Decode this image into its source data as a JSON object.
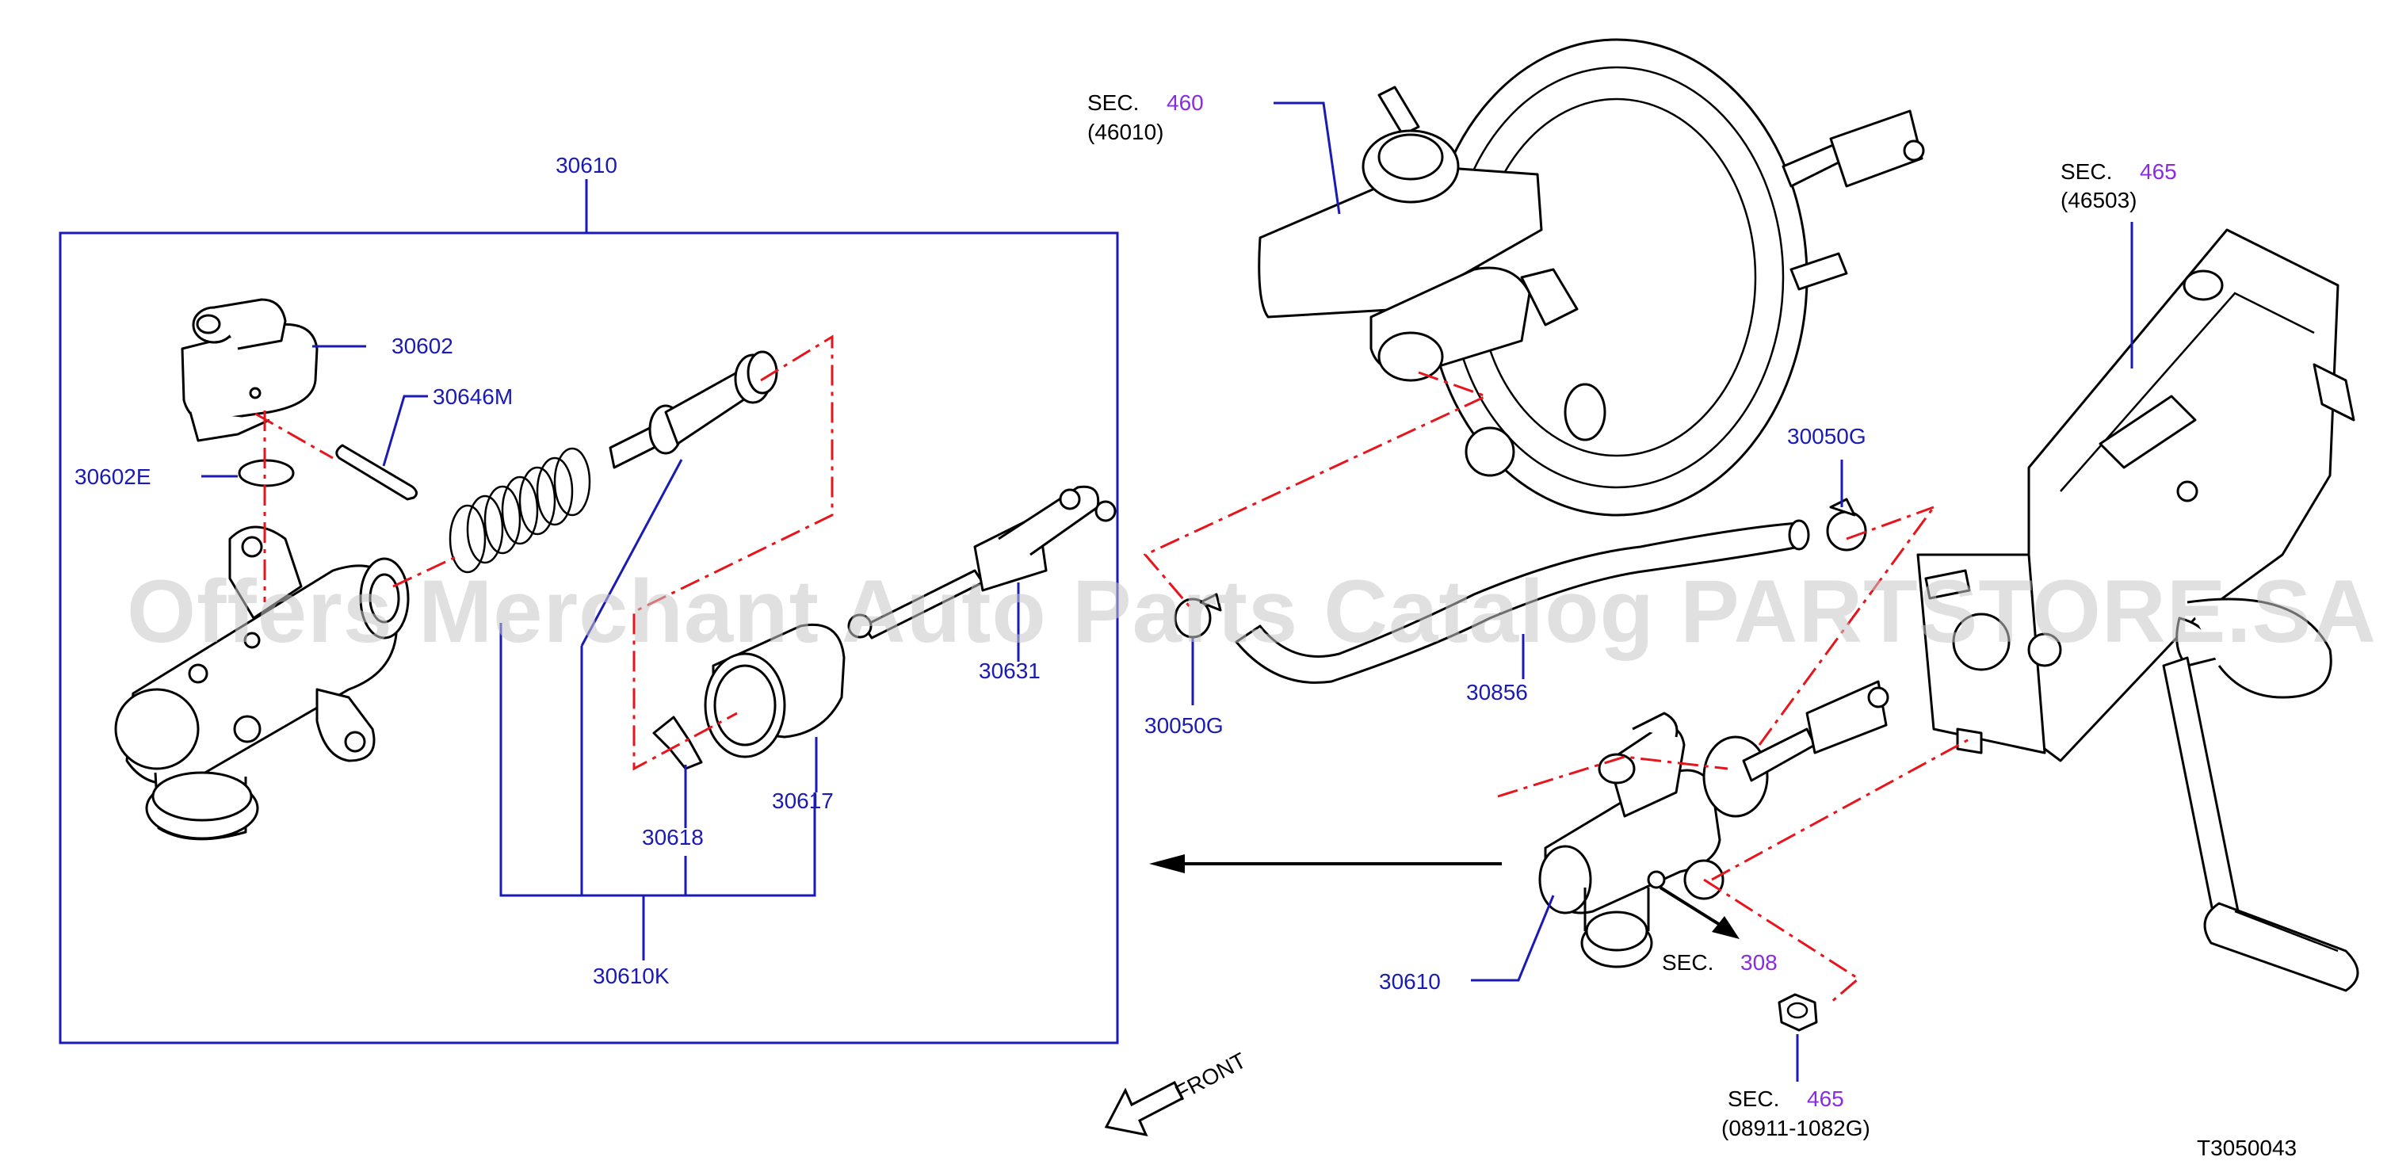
{
  "diagram_id": "T3050043",
  "watermark": "Offers Merchant Auto Parts Catalog PARTSTORE.SA",
  "front_label": "FRONT",
  "group_label": "30610",
  "parts": {
    "p30602": "30602",
    "p30646M": "30646M",
    "p30602E": "30602E",
    "p30631": "30631",
    "p30617": "30617",
    "p30618": "30618",
    "p30610K": "30610K",
    "p30050G_top": "30050G",
    "p30050G_bottom": "30050G",
    "p30856": "30856",
    "p30610_assembly": "30610"
  },
  "section_refs": {
    "brake_master": {
      "prefix": "SEC.",
      "number": "460",
      "sub": "(46010)"
    },
    "pedal": {
      "prefix": "SEC.",
      "number": "465",
      "sub": "(46503)"
    },
    "clutch_line": {
      "prefix": "SEC.",
      "number": "308"
    },
    "nut": {
      "prefix": "SEC.",
      "number": "465",
      "sub": "(08911-1082G)"
    }
  },
  "colors": {
    "label": "#1a1ab4",
    "section_number": "#8a2be2",
    "leader_dash": "#e8141b",
    "frame": "#1a1ab4"
  }
}
